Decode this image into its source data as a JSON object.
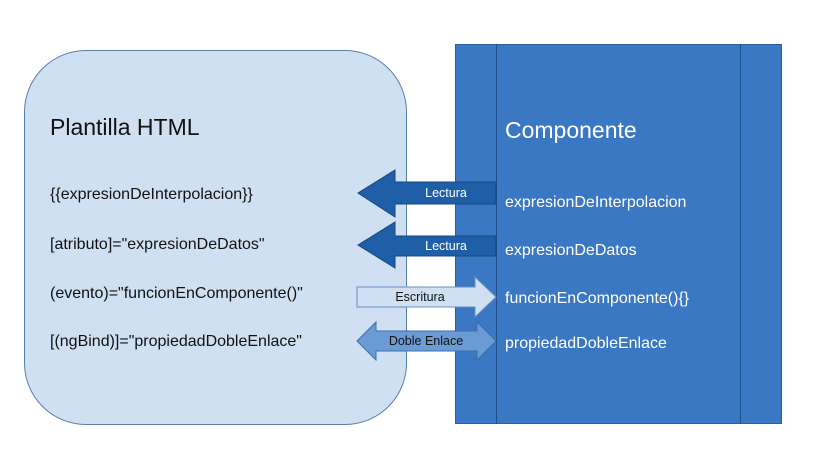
{
  "template": {
    "title": "Plantilla HTML",
    "lines": [
      "{{expresionDeInterpolacion}}",
      "[atributo]=\"expresionDeDatos\"",
      "(evento)=\"funcionEnComponente()\"",
      "[(ngBind)]=\"propiedadDobleEnlace\""
    ]
  },
  "component": {
    "title": "Componente",
    "lines": [
      "expresionDeInterpolacion",
      "expresionDeDatos",
      "funcionEnComponente(){}",
      "propiedadDobleEnlace"
    ]
  },
  "arrows": [
    {
      "label": "Lectura",
      "direction": "left",
      "color": "#1f5fa8"
    },
    {
      "label": "Lectura",
      "direction": "left",
      "color": "#1f5fa8"
    },
    {
      "label": "Escritura",
      "direction": "right",
      "color": "#cfe0f3"
    },
    {
      "label": "Doble Enlace",
      "direction": "both",
      "color": "#6a9bd4"
    }
  ],
  "colors": {
    "template_fill": "#cfe0f3",
    "component_fill": "#3a78c4",
    "component_text": "#ffffff"
  }
}
